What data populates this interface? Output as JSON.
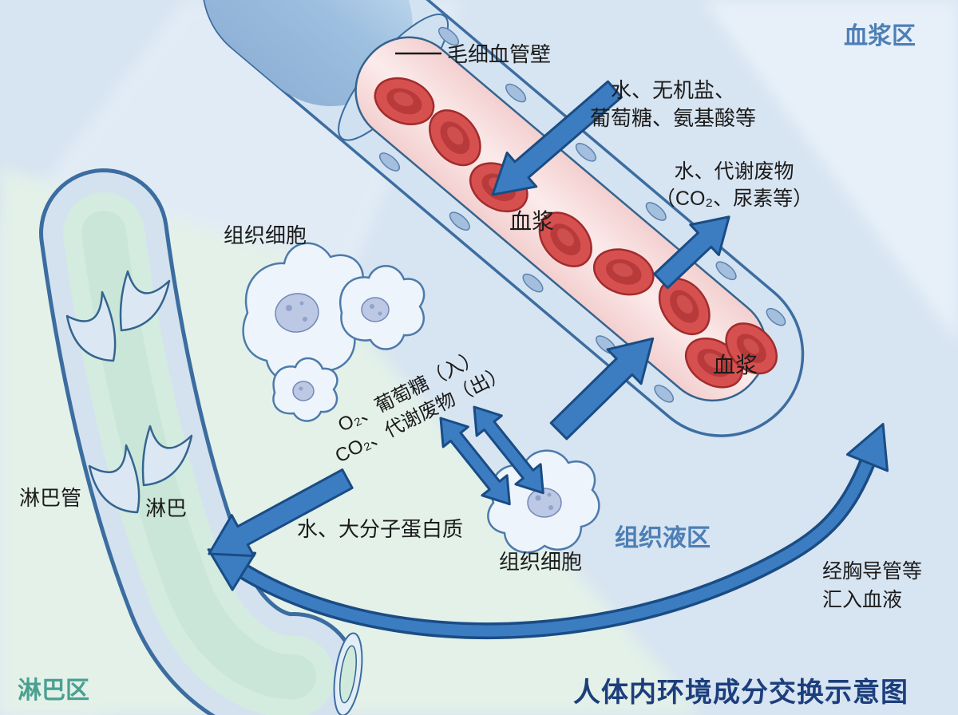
{
  "title": "人体内环境成分交换示意图",
  "zones": {
    "plasma": "血浆区",
    "tissue_fluid": "组织液区",
    "lymph": "淋巴区"
  },
  "labels": {
    "capillary_wall": "毛细血管壁",
    "plasma_1": "血浆",
    "plasma_2": "血浆",
    "tissue_cells_top": "组织细胞",
    "tissue_cell_bottom": "组织细胞",
    "lymph_vessel": "淋巴管",
    "lymph": "淋巴",
    "exchange_in_line1": "水、无机盐、",
    "exchange_in_line2": "葡萄糖、氨基酸等",
    "waste_out_line1": "水、代谢废物",
    "waste_out_line2": "（CO₂、尿素等）",
    "cell_exchange_line1": "O₂、葡萄糖（入）",
    "cell_exchange_line2": "CO₂、代谢废物（出）",
    "lymph_in": "水、大分子蛋白质",
    "thoracic_line1": "经胸导管等",
    "thoracic_line2": "汇入血液"
  },
  "colors": {
    "background": "#d7e4f1",
    "mint_region": "#e3f1e9",
    "arrow_blue": "#3c7dc2",
    "arrow_outline": "#1a4c84",
    "zone_label_blue": "#4d7fb5",
    "zone_label_teal": "#4aa090",
    "title_navy": "#1c3e7c",
    "capillary_wall_blue": "#a9c6e2",
    "plasma_pink": "#f8dede",
    "red_blood_cell": "#d75050",
    "lymph_green": "#d3ecdf",
    "text_black": "#1b1b1b"
  }
}
